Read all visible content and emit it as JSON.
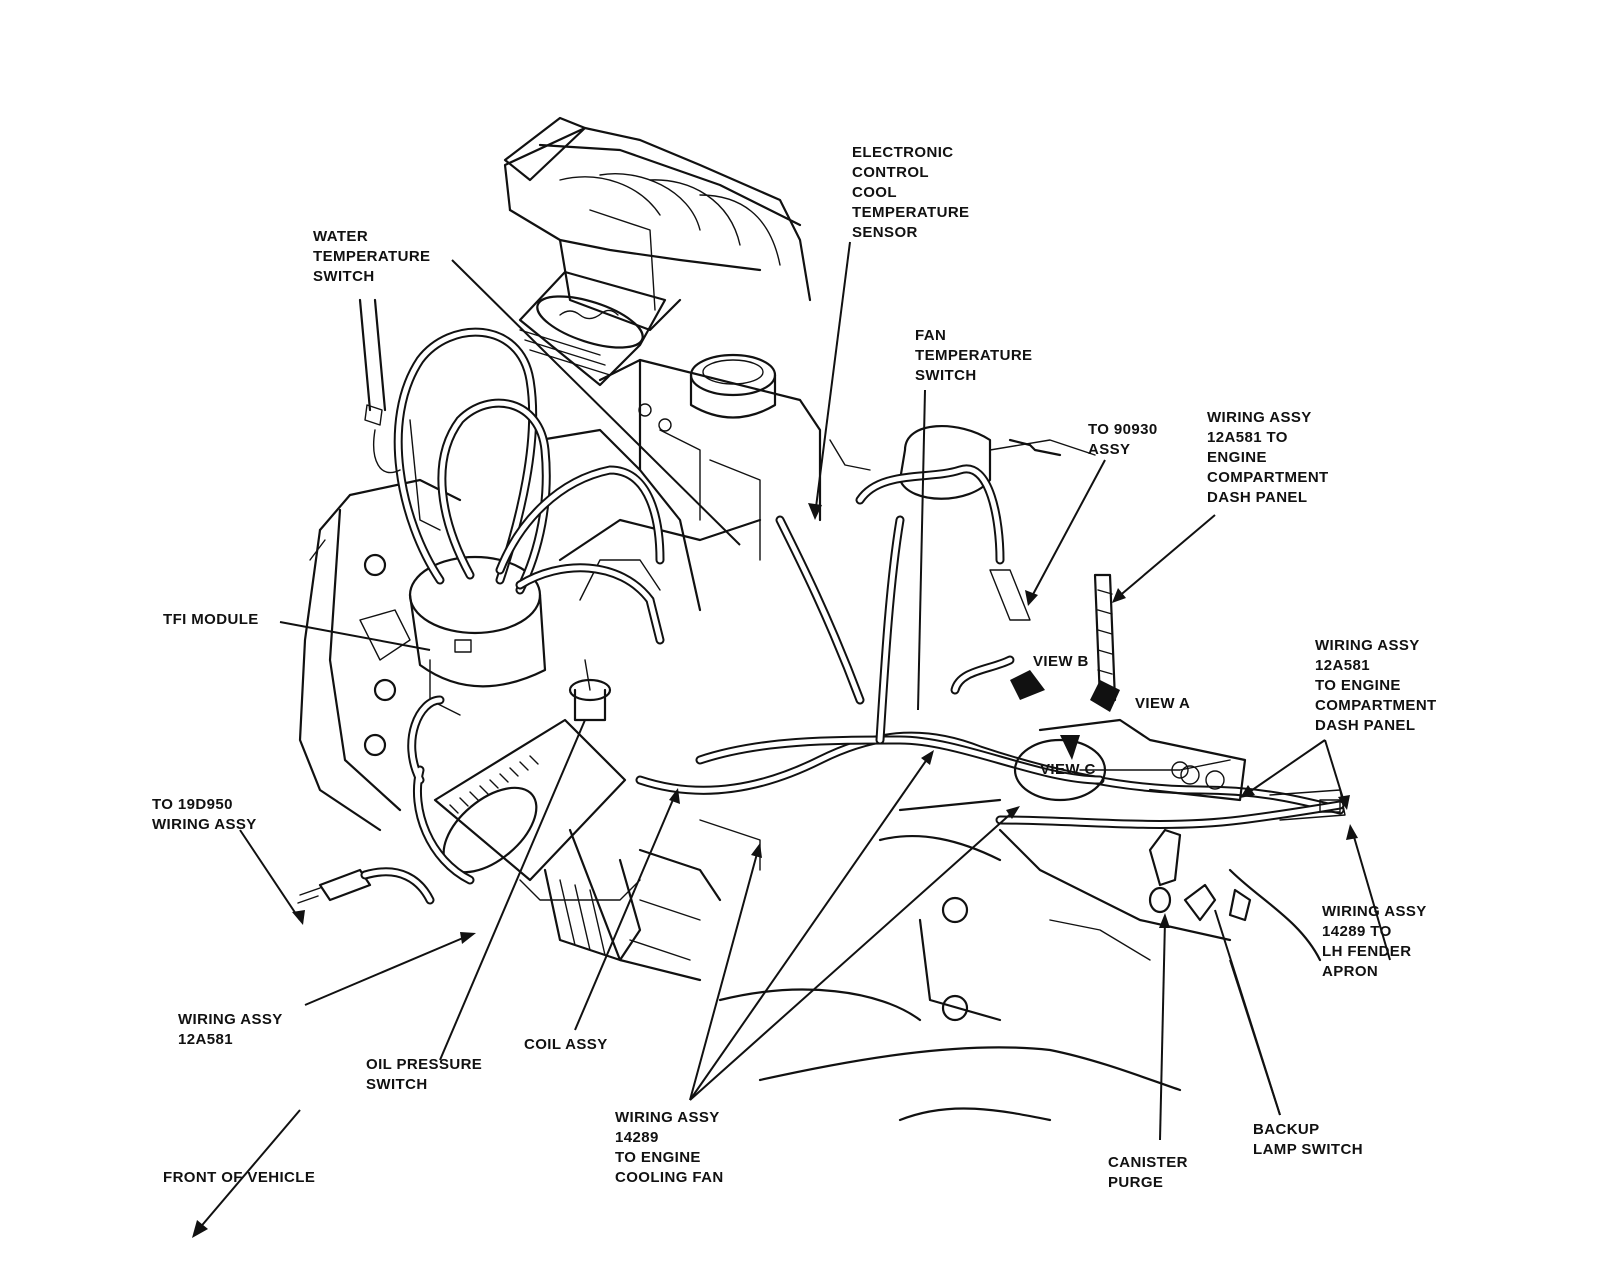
{
  "labels": {
    "ecc_sensor": [
      "ELECTRONIC",
      "CONTROL",
      "COOL",
      "TEMPERATURE",
      "SENSOR"
    ],
    "water_temp_switch": [
      "WATER",
      "TEMPERATURE",
      "SWITCH"
    ],
    "fan_temp_switch": [
      "FAN",
      "TEMPERATURE",
      "SWITCH"
    ],
    "to_90930": [
      "TO 90930",
      "ASSY"
    ],
    "wiring_12a581_top": [
      "WIRING ASSY",
      "12A581 TO",
      "ENGINE",
      "COMPARTMENT",
      "DASH PANEL"
    ],
    "tfi_module": [
      "TFI MODULE"
    ],
    "wiring_12a581_right": [
      "WIRING ASSY",
      "12A581",
      "TO ENGINE",
      "COMPARTMENT",
      "DASH PANEL"
    ],
    "view_b": "VIEW B",
    "view_a": "VIEW A",
    "view_c": "VIEW C",
    "to_19d950": [
      "TO 19D950",
      "WIRING ASSY"
    ],
    "wiring_14289_fender": [
      "WIRING ASSY",
      "14289 TO",
      "LH FENDER",
      "APRON"
    ],
    "wiring_12a581_bottom": [
      "WIRING ASSY",
      "12A581"
    ],
    "oil_pressure": [
      "OIL PRESSURE",
      "SWITCH"
    ],
    "coil_assy": [
      "COIL ASSY"
    ],
    "wiring_14289_fan": [
      "WIRING ASSY",
      "14289",
      "TO ENGINE",
      "COOLING FAN"
    ],
    "canister_purge": [
      "CANISTER",
      "PURGE"
    ],
    "backup_lamp": [
      "BACKUP",
      "LAMP SWITCH"
    ],
    "front_of_vehicle": [
      "FRONT OF VEHICLE"
    ]
  }
}
